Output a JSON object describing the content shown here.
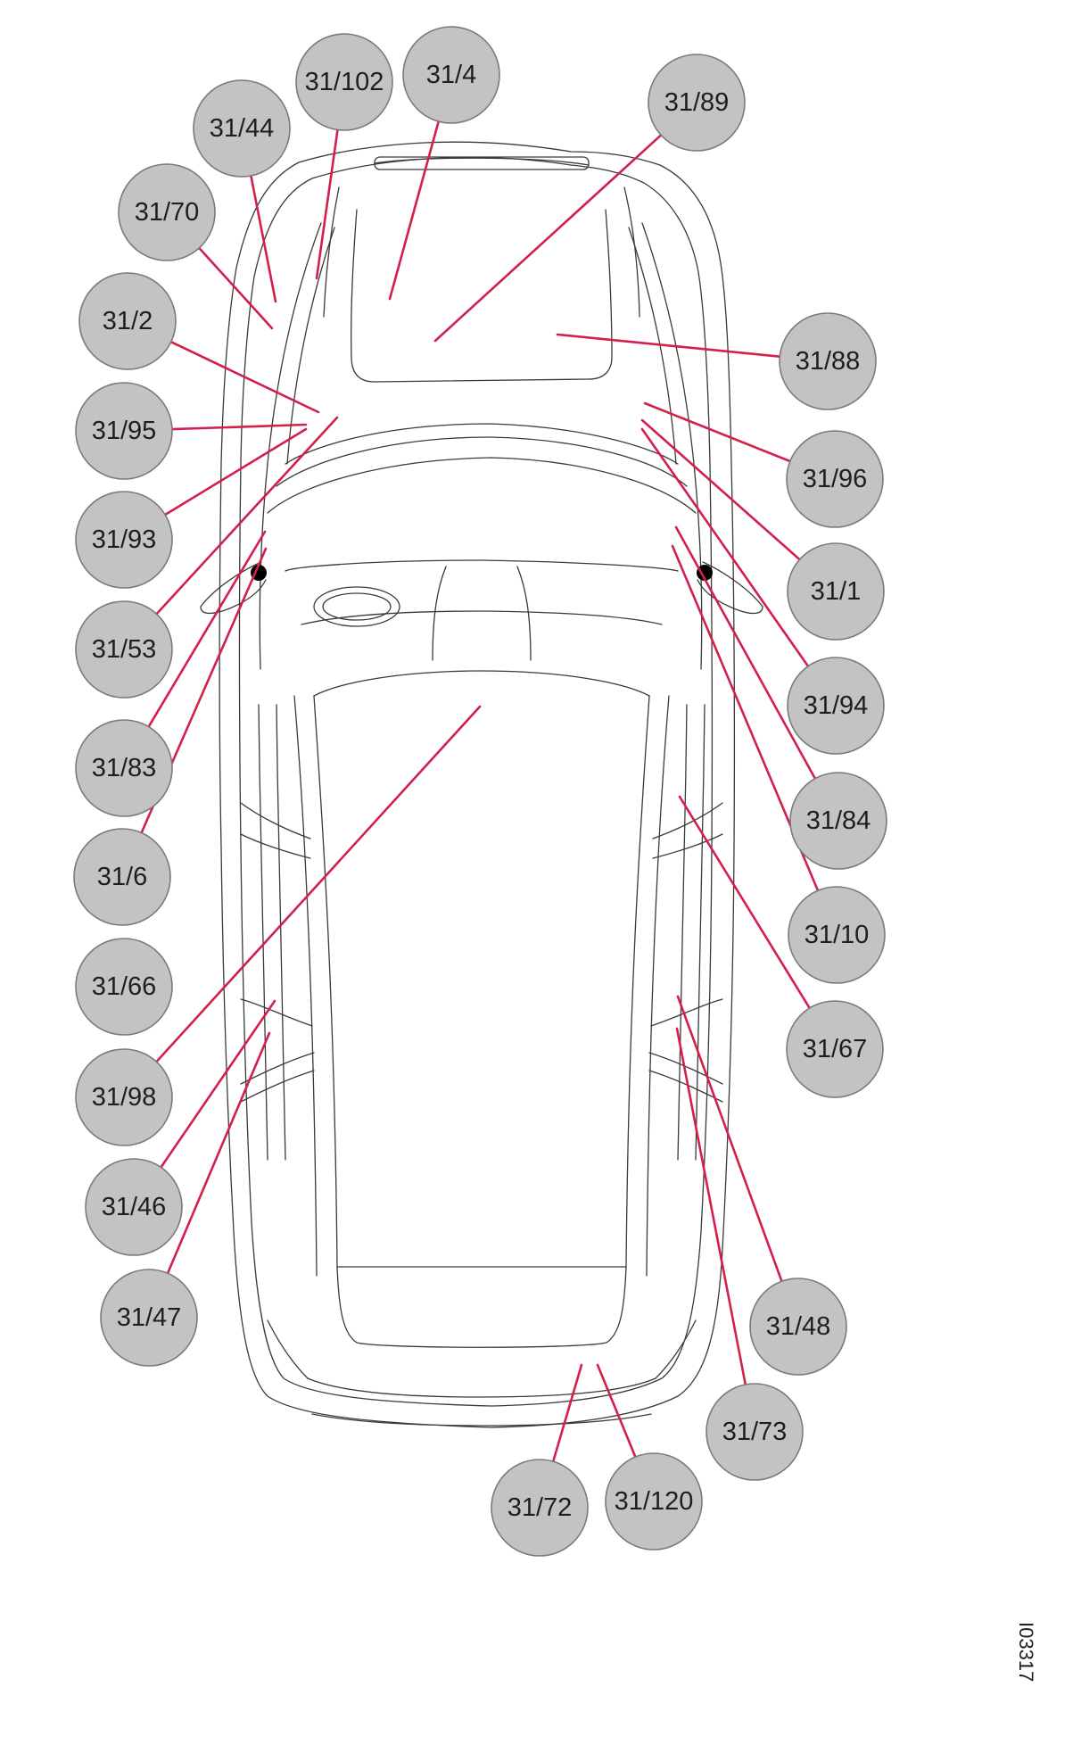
{
  "diagram": {
    "figure_id": "I03317",
    "callouts": [
      {
        "label": "31/102"
      },
      {
        "label": "31/4"
      },
      {
        "label": "31/44"
      },
      {
        "label": "31/89"
      },
      {
        "label": "31/70"
      },
      {
        "label": "31/2"
      },
      {
        "label": "31/88"
      },
      {
        "label": "31/95"
      },
      {
        "label": "31/96"
      },
      {
        "label": "31/93"
      },
      {
        "label": "31/1"
      },
      {
        "label": "31/53"
      },
      {
        "label": "31/94"
      },
      {
        "label": "31/83"
      },
      {
        "label": "31/84"
      },
      {
        "label": "31/6"
      },
      {
        "label": "31/10"
      },
      {
        "label": "31/66"
      },
      {
        "label": "31/67"
      },
      {
        "label": "31/98"
      },
      {
        "label": "31/46"
      },
      {
        "label": "31/47"
      },
      {
        "label": "31/48"
      },
      {
        "label": "31/73"
      },
      {
        "label": "31/72"
      },
      {
        "label": "31/120"
      }
    ],
    "colors": {
      "leader_line": "#d31f4b",
      "callout_fill": "#c3c3c4",
      "outline": "#3a3a3a"
    }
  }
}
